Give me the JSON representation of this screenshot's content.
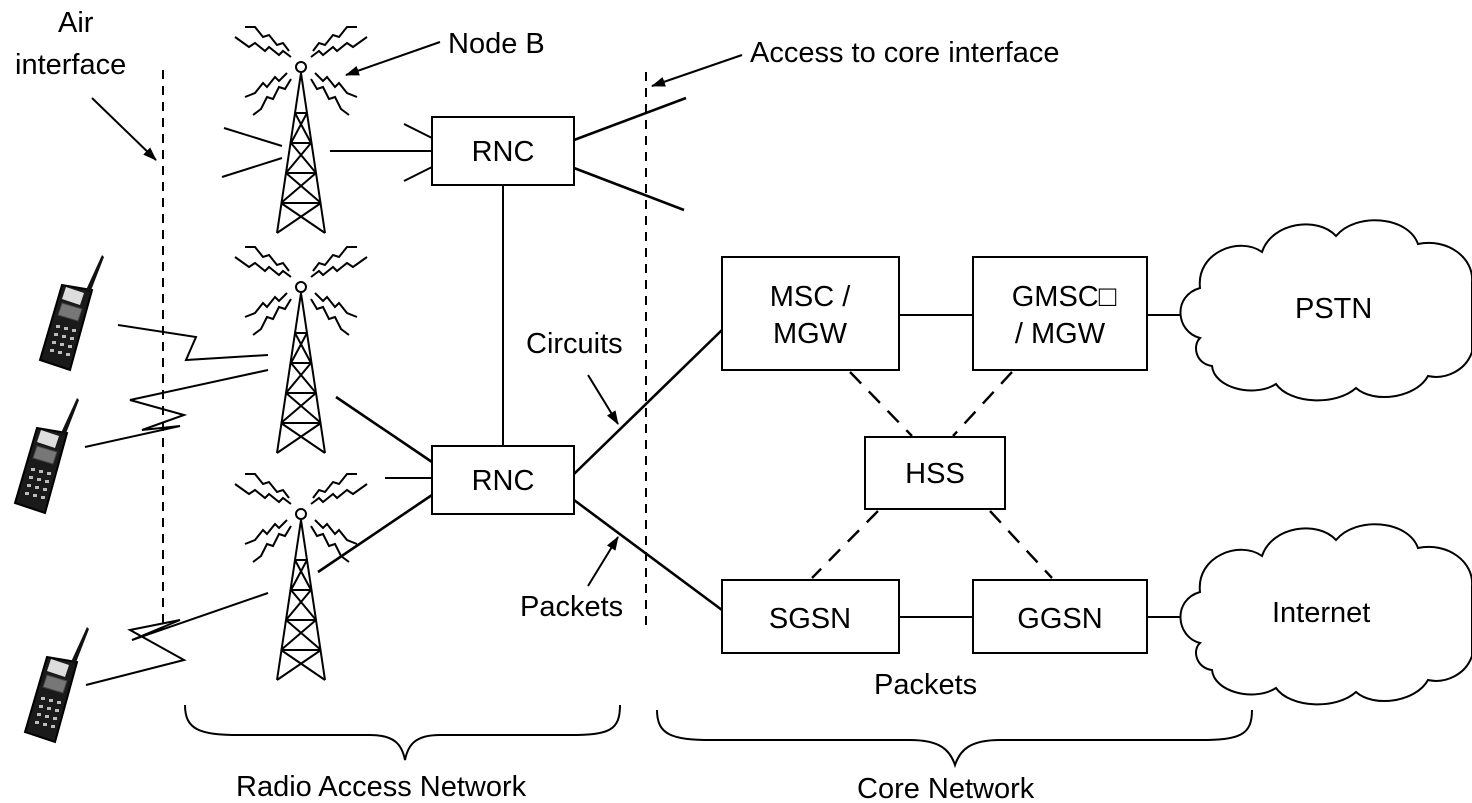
{
  "labels": {
    "air_interface_line1": "Air",
    "air_interface_line2": "interface",
    "node_b": "Node B",
    "access_to_core": "Access to core interface",
    "circuits": "Circuits",
    "packets_left": "Packets",
    "packets_bottom": "Packets",
    "radio_access_network": "Radio Access Network",
    "core_network": "Core Network"
  },
  "nodes": {
    "rnc_top": "RNC",
    "rnc_bottom": "RNC",
    "msc_line1": "MSC /",
    "msc_line2": "MGW",
    "gmsc_line1": "GMSC□",
    "gmsc_line2": "/ MGW",
    "hss": "HSS",
    "sgsn": "SGSN",
    "ggsn": "GGSN",
    "pstn": "PSTN",
    "internet": "Internet"
  }
}
